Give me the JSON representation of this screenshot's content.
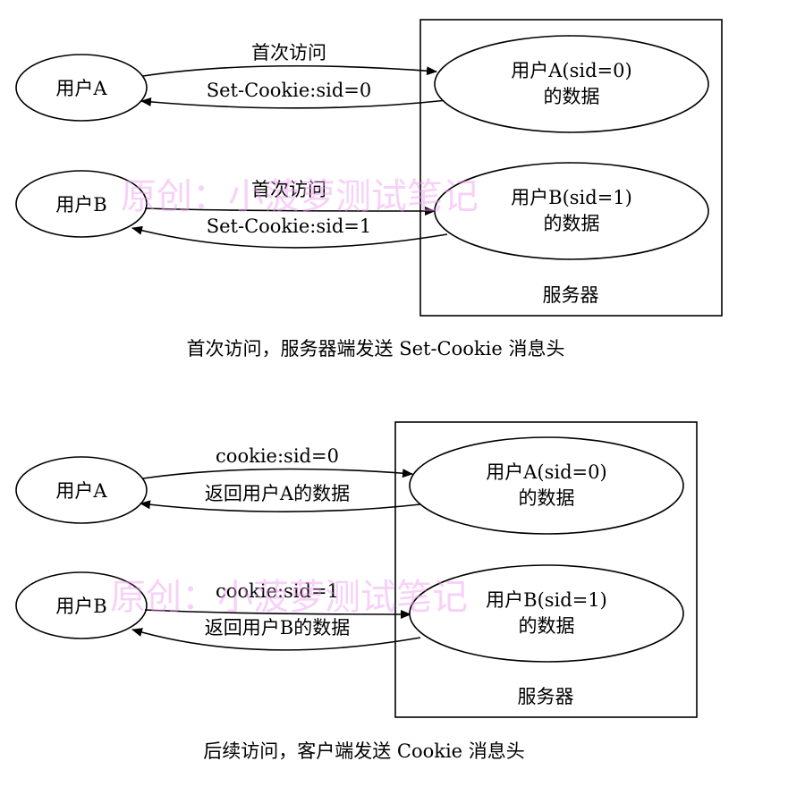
{
  "watermark": "原创：小菠萝测试笔记",
  "diagram1": {
    "user_a": "用户A",
    "user_b": "用户B",
    "server_a_line1": "用户A(sid=0)",
    "server_a_line2": "的数据",
    "server_b_line1": "用户B(sid=1)",
    "server_b_line2": "的数据",
    "cluster_label": "服务器",
    "edge_a_request": "首次访问",
    "edge_a_response": "Set-Cookie:sid=0",
    "edge_b_request": "首次访问",
    "edge_b_response": "Set-Cookie:sid=1",
    "caption": "首次访问，服务器端发送 Set-Cookie 消息头"
  },
  "diagram2": {
    "user_a": "用户A",
    "user_b": "用户B",
    "server_a_line1": "用户A(sid=0)",
    "server_a_line2": "的数据",
    "server_b_line1": "用户B(sid=1)",
    "server_b_line2": "的数据",
    "cluster_label": "服务器",
    "edge_a_request": "cookie:sid=0",
    "edge_a_response": "返回用户A的数据",
    "edge_b_request": "cookie:sid=1",
    "edge_b_response": "返回用户B的数据",
    "caption": "后续访问，客户端发送 Cookie 消息头"
  }
}
